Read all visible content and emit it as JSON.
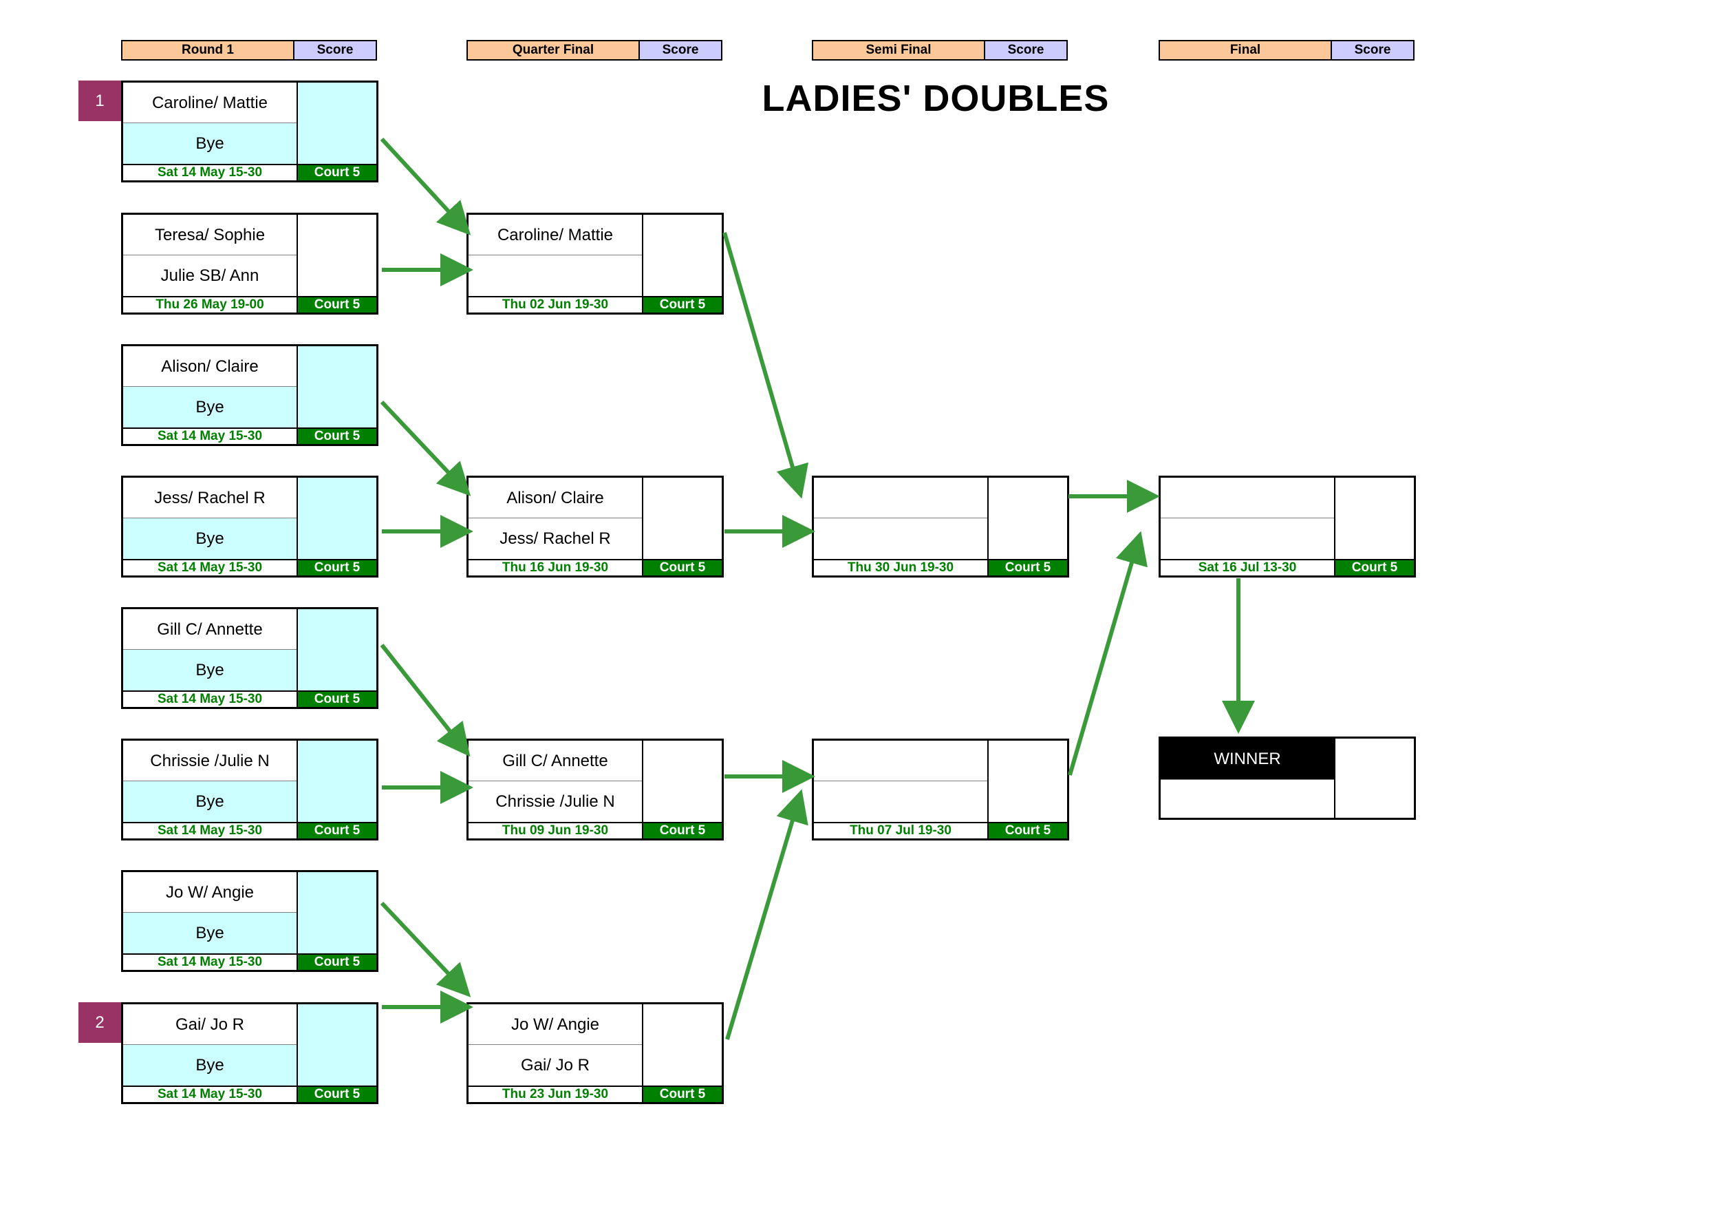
{
  "title": "LADIES' DOUBLES",
  "colors": {
    "header": "#fcc89a",
    "score_header": "#ccccff",
    "court": "#008000",
    "seed": "#993366",
    "arrow": "#3a9a3a",
    "cyan": "#ccffff"
  },
  "headers": [
    {
      "name": "Round 1",
      "score": "Score"
    },
    {
      "name": "Quarter Final",
      "score": "Score"
    },
    {
      "name": "Semi Final",
      "score": "Score"
    },
    {
      "name": "Final",
      "score": "Score"
    }
  ],
  "seeds": [
    "1",
    "2"
  ],
  "round1": [
    {
      "p1": "Caroline/ Mattie",
      "p2": "Bye",
      "date": "Sat 14 May 15-30",
      "court": "Court 5"
    },
    {
      "p1": "Teresa/ Sophie",
      "p2": "Julie SB/ Ann",
      "date": "Thu 26 May 19-00",
      "court": "Court 5"
    },
    {
      "p1": "Alison/ Claire",
      "p2": "Bye",
      "date": "Sat 14 May 15-30",
      "court": "Court 5"
    },
    {
      "p1": "Jess/ Rachel R",
      "p2": "Bye",
      "date": "Sat 14 May 15-30",
      "court": "Court 5"
    },
    {
      "p1": "Gill C/ Annette",
      "p2": "Bye",
      "date": "Sat 14 May 15-30",
      "court": "Court 5"
    },
    {
      "p1": "Chrissie /Julie N",
      "p2": "Bye",
      "date": "Sat 14 May 15-30",
      "court": "Court 5"
    },
    {
      "p1": "Jo W/ Angie",
      "p2": "Bye",
      "date": "Sat 14 May 15-30",
      "court": "Court 5"
    },
    {
      "p1": "Gai/ Jo R",
      "p2": "Bye",
      "date": "Sat 14 May 15-30",
      "court": "Court 5"
    }
  ],
  "quarter": [
    {
      "p1": "Caroline/ Mattie",
      "p2": "",
      "date": "Thu 02 Jun 19-30",
      "court": "Court 5"
    },
    {
      "p1": "Alison/ Claire",
      "p2": "Jess/ Rachel R",
      "date": "Thu 16 Jun 19-30",
      "court": "Court 5"
    },
    {
      "p1": "Gill C/ Annette",
      "p2": "Chrissie /Julie N",
      "date": "Thu 09 Jun 19-30",
      "court": "Court 5"
    },
    {
      "p1": "Jo W/ Angie",
      "p2": "Gai/ Jo R",
      "date": "Thu 23 Jun 19-30",
      "court": "Court 5"
    }
  ],
  "semi": [
    {
      "p1": "",
      "p2": "",
      "date": "Thu 30 Jun 19-30",
      "court": "Court 5"
    },
    {
      "p1": "",
      "p2": "",
      "date": "Thu 07 Jul 19-30",
      "court": "Court 5"
    }
  ],
  "final": {
    "p1": "",
    "p2": "",
    "date": "Sat 16 Jul 13-30",
    "court": "Court 5"
  },
  "winner": {
    "label": "WINNER",
    "name": ""
  }
}
